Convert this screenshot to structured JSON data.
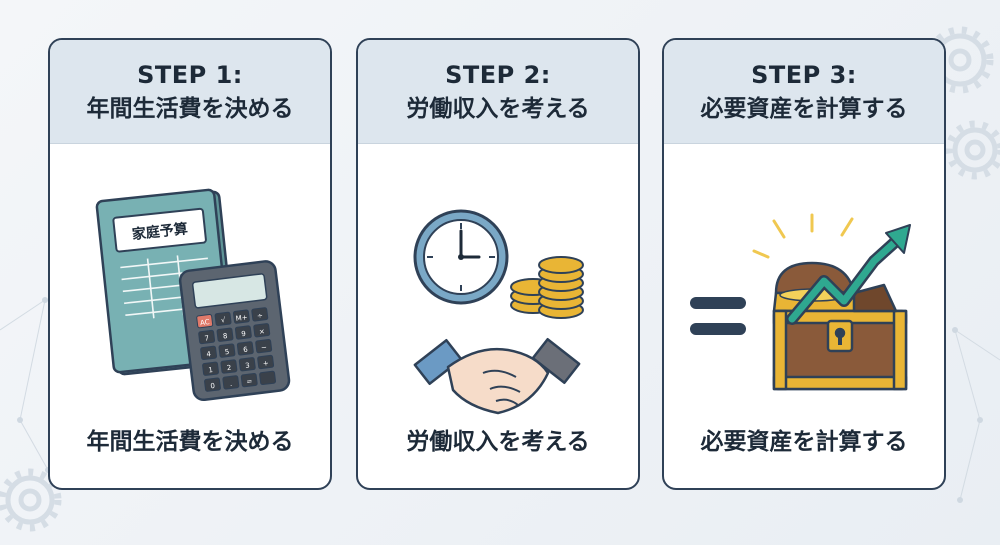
{
  "steps": [
    {
      "label": "STEP 1:",
      "title": "年間生活費を決める",
      "caption": "年間生活費を決める",
      "book_label": "家庭予算"
    },
    {
      "label": "STEP 2:",
      "title": "労働収入を考える",
      "caption": "労働収入を考える"
    },
    {
      "label": "STEP 3:",
      "title": "必要資産を計算する",
      "caption": "必要資産を計算する"
    }
  ],
  "calculator_keys": [
    "AC",
    "√",
    "M+",
    "÷",
    "7",
    "8",
    "9",
    "×",
    "4",
    "5",
    "6",
    "−",
    "1",
    "2",
    "3",
    "+",
    "0",
    ".",
    "=",
    ""
  ],
  "icons": [
    "household-budget-book-icon",
    "calculator-icon",
    "clock-icon",
    "coin-stack-icon",
    "handshake-icon",
    "equals-icon",
    "treasure-chest-icon",
    "growth-arrow-icon",
    "gear-icon"
  ],
  "colors": {
    "card_border": "#2f4157",
    "card_header_bg": "#dde6ee",
    "text": "#1d2a38",
    "book": "#78b1b3",
    "gold": "#e9b535",
    "arrow": "#2fa890",
    "equals": "#2f4157"
  }
}
